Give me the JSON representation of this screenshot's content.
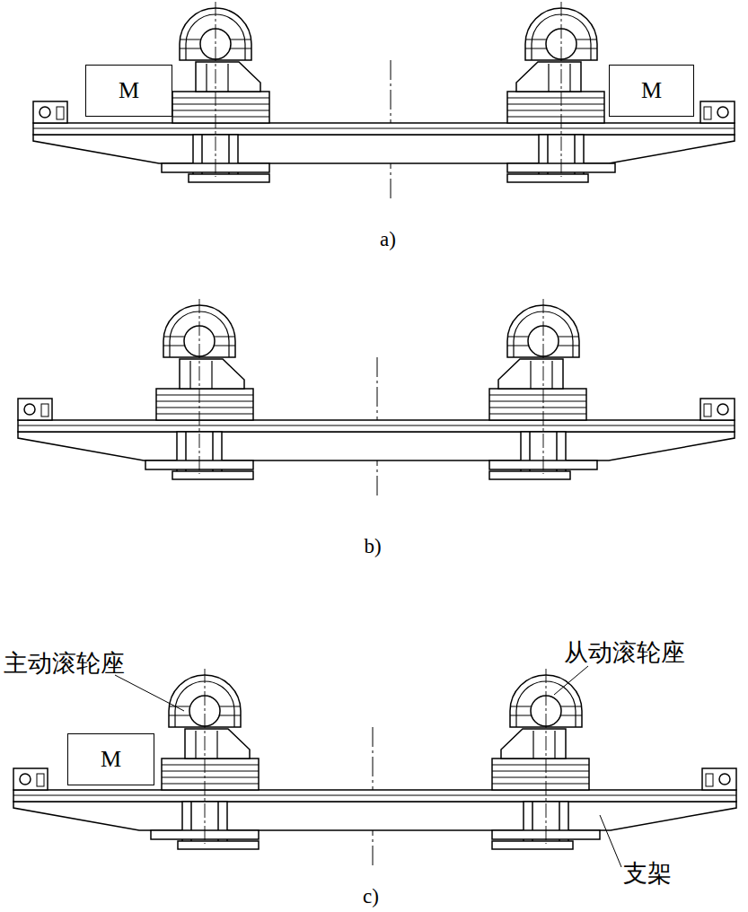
{
  "diagram": {
    "nodes": [
      {
        "text": [
          "M"
        ]
      },
      {
        "text": [
          "M"
        ]
      },
      {
        "text": [
          "M"
        ]
      }
    ],
    "labels": [
      "a)",
      "b)",
      "c)",
      "主动滚轮座",
      "从动滚轮座",
      "支架"
    ]
  }
}
